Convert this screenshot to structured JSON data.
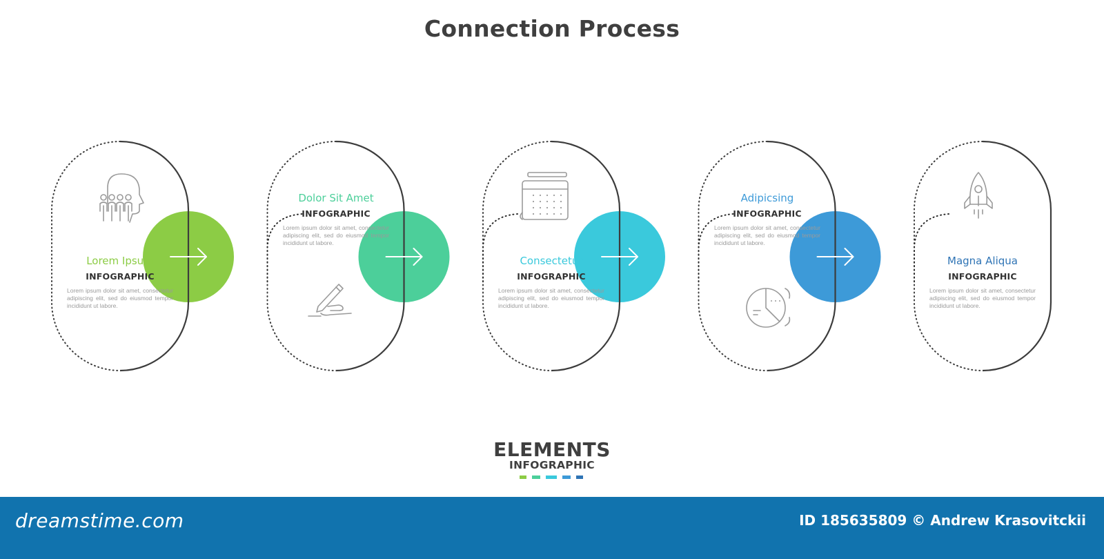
{
  "title": "Connection Process",
  "steps": [
    {
      "title": "Lorem Ipsum",
      "subtitle": "INFOGRAPHIC",
      "body": "Lorem ipsum dolor sit amet, consectetur adipiscing elit, sed do eiusmod tempor incididunt ut labore.",
      "icon": "people-head-icon",
      "color": "#8ccc45"
    },
    {
      "title": "Dolor Sit Amet",
      "subtitle": "INFOGRAPHIC",
      "body": "Lorem ipsum dolor sit amet, consectetur adipiscing elit, sed do eiusmod tempor incididunt ut labore.",
      "icon": "hand-pen-icon",
      "color": "#4ccf9a"
    },
    {
      "title": "Consectetur",
      "subtitle": "INFOGRAPHIC",
      "body": "Lorem ipsum dolor sit amet, consectetur adipiscing elit, sed do eiusmod tempor incididunt ut labore.",
      "icon": "calendar-icon",
      "color": "#3ac9dc"
    },
    {
      "title": "Adipicsing",
      "subtitle": "INFOGRAPHIC",
      "body": "Lorem ipsum dolor sit amet, consectetur adipiscing elit, sed do eiusmod tempor incididunt ut labore.",
      "icon": "pie-chart-icon",
      "color": "#3d9ad8"
    },
    {
      "title": "Magna Aliqua",
      "subtitle": "INFOGRAPHIC",
      "body": "Lorem ipsum dolor sit amet, consectetur adipiscing elit, sed do eiusmod tempor incididunt ut labore.",
      "icon": "rocket-icon",
      "color": "#2f74b5"
    }
  ],
  "connectors": [
    {
      "color": "#8ccc45",
      "icon": "arrow-right-icon"
    },
    {
      "color": "#4ccf9a",
      "icon": "arrow-right-icon"
    },
    {
      "color": "#3ac9dc",
      "icon": "arrow-right-icon"
    },
    {
      "color": "#3d9ad8",
      "icon": "arrow-right-icon"
    }
  ],
  "brand": {
    "main": "ELEMENTS",
    "sub": "INFOGRAPHIC",
    "dash_colors": [
      "#8ccc45",
      "#4ccf9a",
      "#3ac9dc",
      "#3d9ad8",
      "#2f74b5"
    ]
  },
  "footer": {
    "logo": "dreamstime.com",
    "credit": "ID 185635809 © Andrew Krasovitckii"
  }
}
